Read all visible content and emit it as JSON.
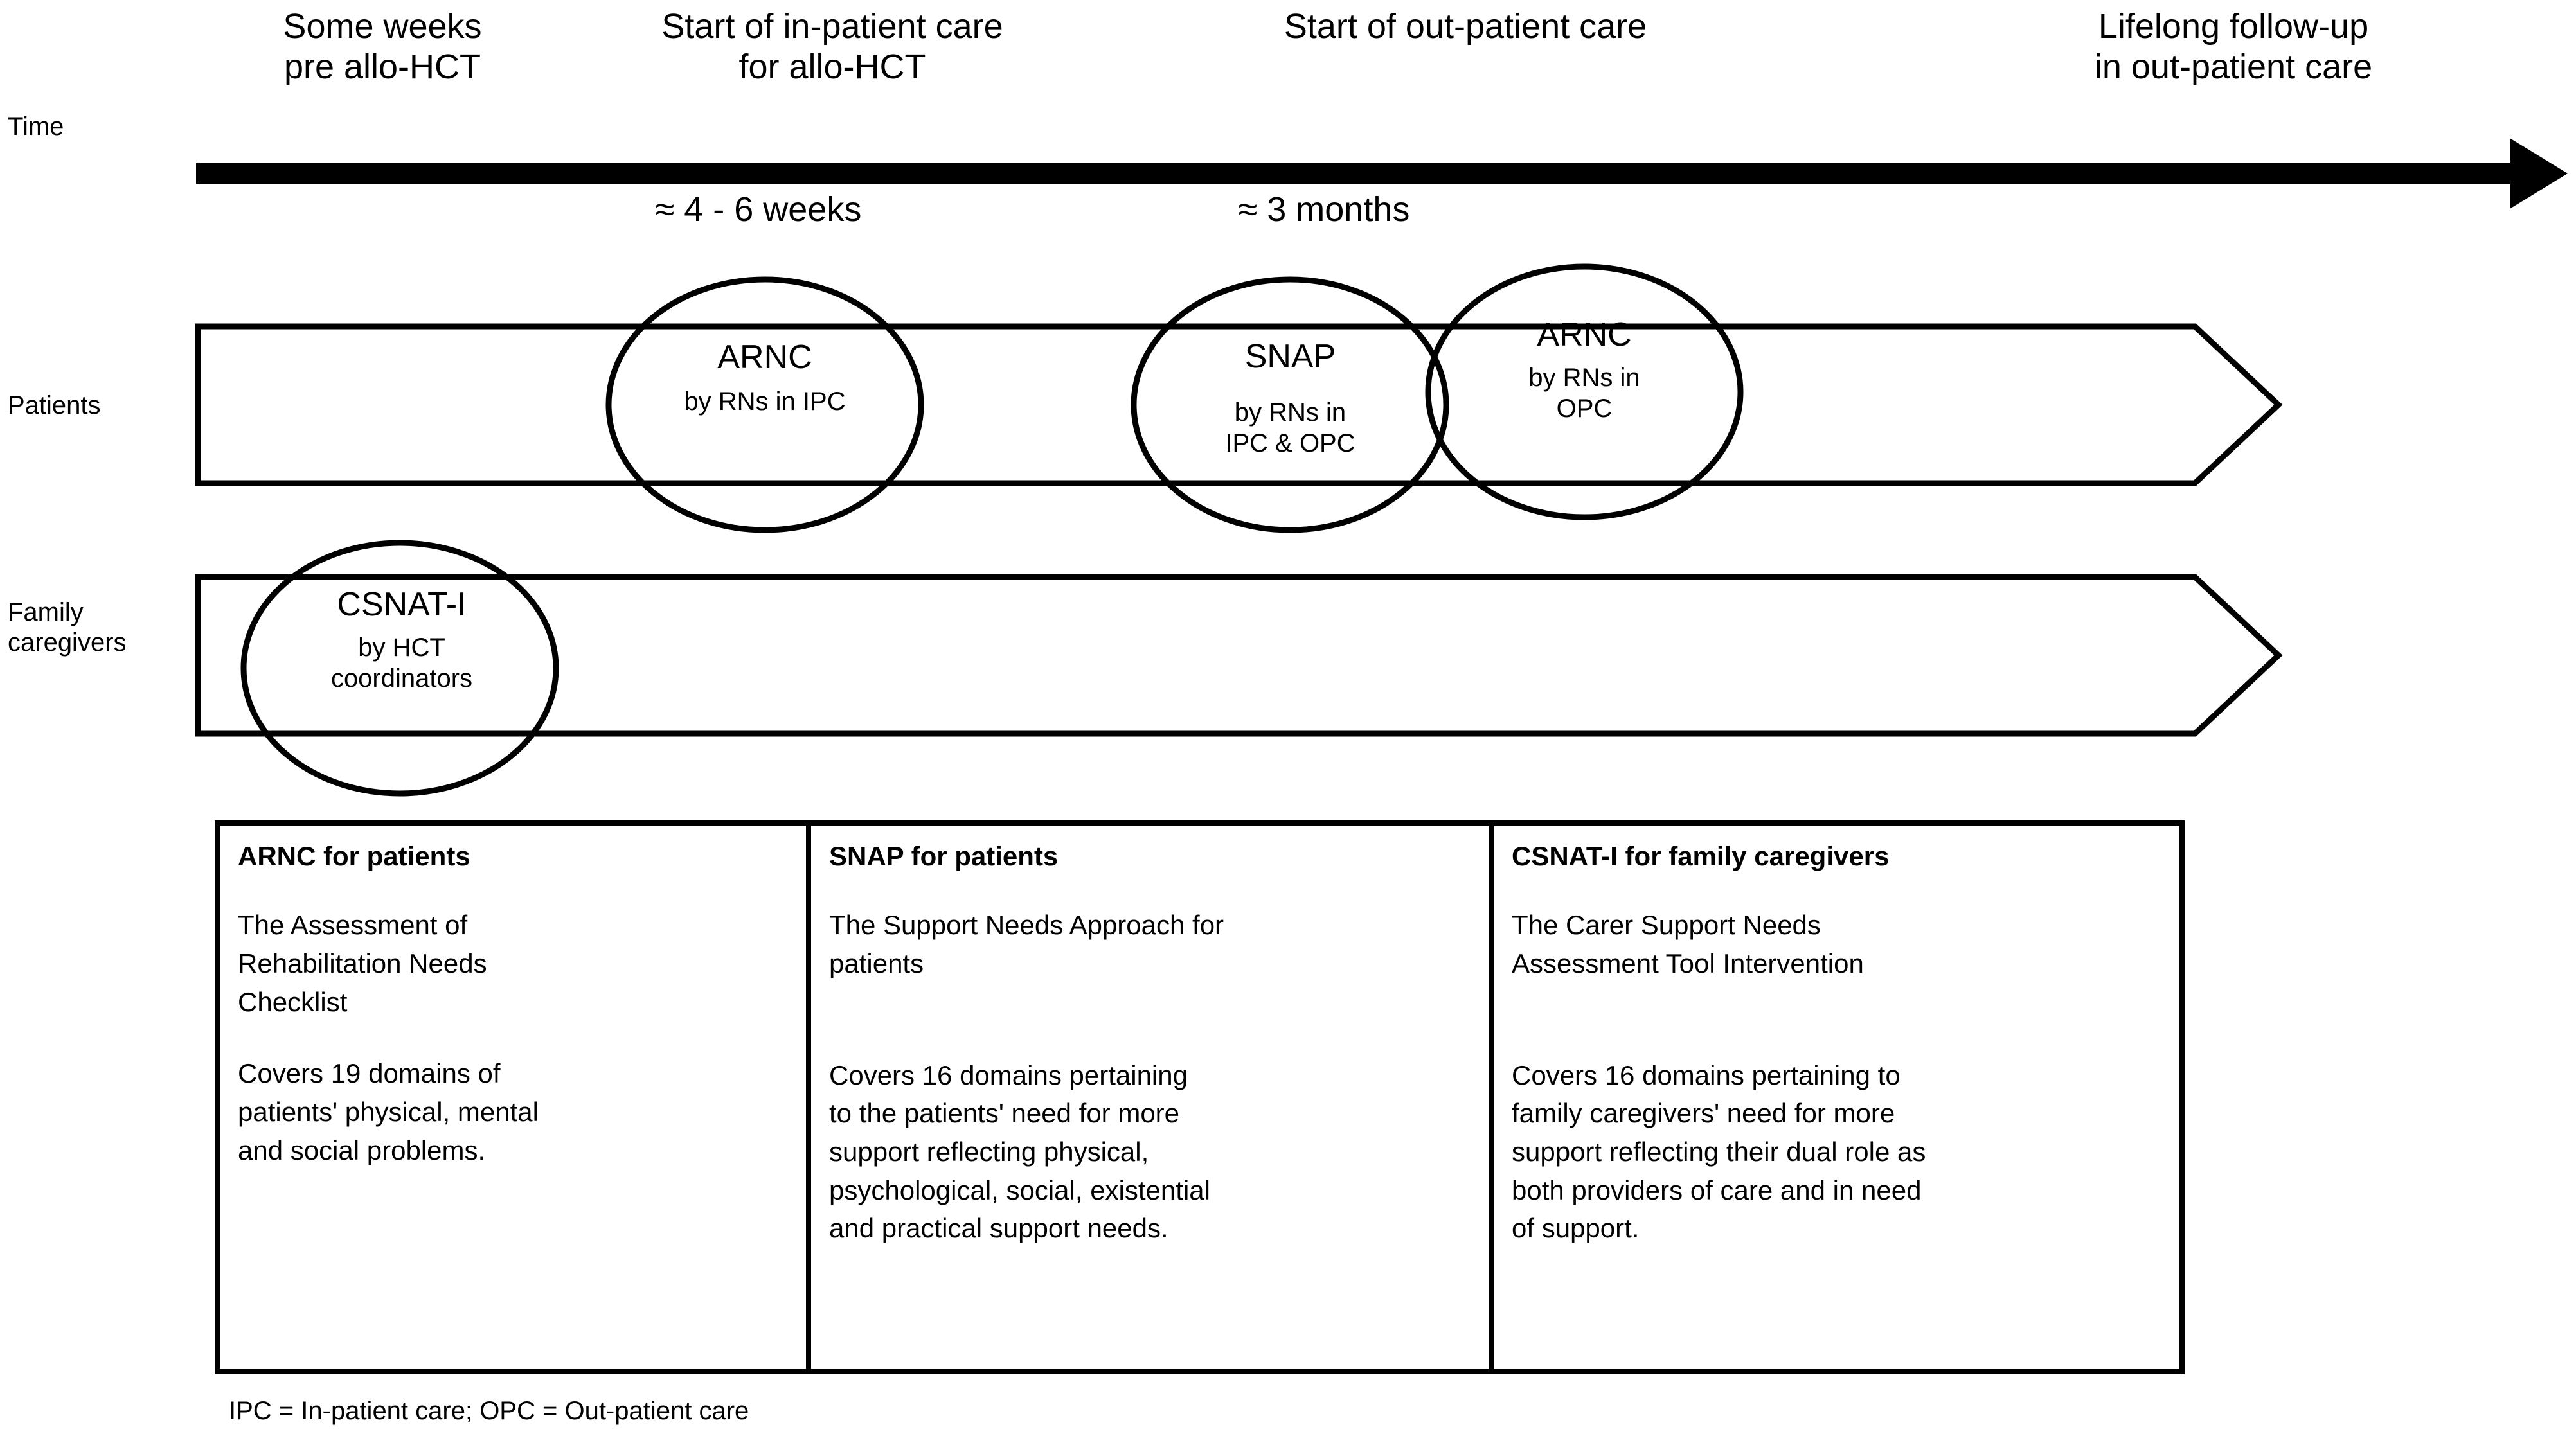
{
  "figure": {
    "row_labels": {
      "time": "Time",
      "patients": "Patients",
      "family_caregivers": "Family\ncaregivers"
    },
    "milestones": [
      {
        "label": "Some weeks\npre allo-HCT"
      },
      {
        "label": "Start of in-patient care\nfor allo-HCT"
      },
      {
        "label": "Start of out-patient care"
      },
      {
        "label": "Lifelong follow-up\nin out-patient care"
      }
    ],
    "durations": [
      {
        "label": "≈ 4 - 6 weeks"
      },
      {
        "label": "≈ 3 months"
      }
    ],
    "patient_events": [
      {
        "title": "ARNC",
        "subtitle": "by RNs in IPC"
      },
      {
        "title": "SNAP",
        "subtitle": "by RNs in\nIPC & OPC"
      },
      {
        "title": "ARNC",
        "subtitle": "by RNs in\nOPC"
      }
    ],
    "caregiver_events": [
      {
        "title": "CSNAT-I",
        "subtitle": "by HCT\ncoordinators"
      }
    ]
  },
  "table": {
    "columns": [
      {
        "heading": "ARNC for patients",
        "definition": "The Assessment of\nRehabilitation Needs\nChecklist",
        "description": "Covers 19 domains of\npatients' physical, mental\nand social problems."
      },
      {
        "heading": "SNAP for patients",
        "definition": "The Support Needs Approach for\npatients",
        "description": "Covers 16 domains pertaining\nto the patients' need for more\nsupport reflecting physical,\npsychological, social, existential\nand practical support needs."
      },
      {
        "heading": "CSNAT-I for family caregivers",
        "definition": "The Carer Support Needs\nAssessment Tool Intervention",
        "description": "Covers 16 domains pertaining to\nfamily caregivers' need for more\nsupport reflecting their dual role as\nboth providers of care and in need\nof support."
      }
    ]
  },
  "footnote": {
    "text": "IPC = In-patient care; OPC = Out-patient care"
  },
  "colors": {
    "ink": "#000000",
    "background": "#ffffff"
  }
}
